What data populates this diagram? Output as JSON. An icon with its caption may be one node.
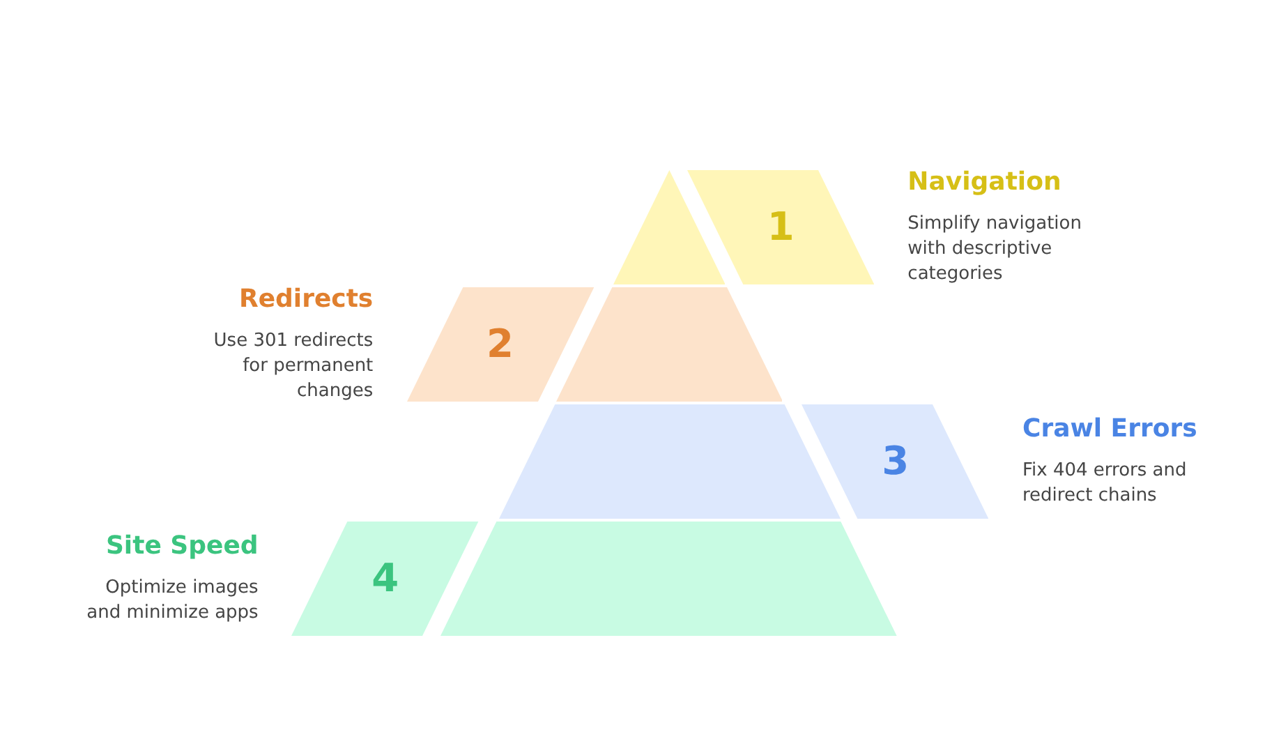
{
  "diagram": {
    "nodes": [
      {
        "text": [],
        "shape": "triangle"
      },
      {
        "text": [
          "1"
        ],
        "beside": [
          "Navigation",
          "Simplify navigation with descriptive categories"
        ]
      },
      {
        "text": [
          "2"
        ],
        "beside": [
          "Redirects",
          "Use 301 redirects for permanent changes"
        ]
      },
      {
        "text": [],
        "shape": "trapezoid"
      },
      {
        "text": [],
        "shape": "trapezoid"
      },
      {
        "text": [
          "3"
        ],
        "beside": [
          "Crawl Errors",
          "Fix 404 errors and redirect chains"
        ]
      },
      {
        "text": [
          "4"
        ],
        "beside": [
          "Site Speed",
          "Optimize images and minimize apps"
        ]
      },
      {
        "text": [],
        "shape": "trapezoid"
      }
    ]
  }
}
